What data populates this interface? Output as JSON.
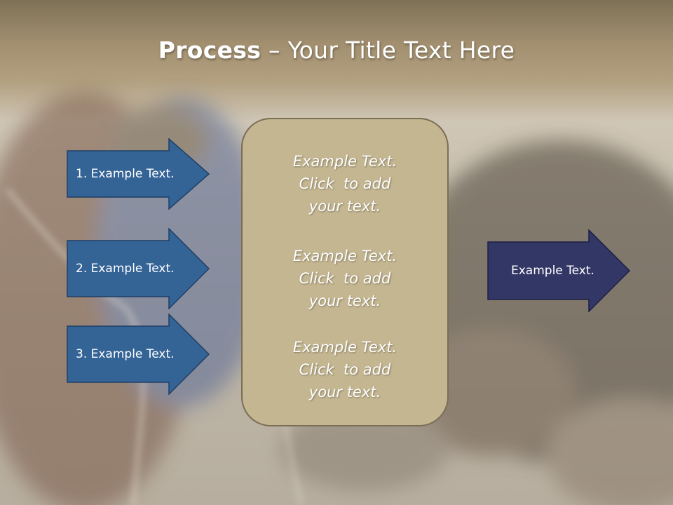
{
  "title": {
    "bold": "Process",
    "dash": " – ",
    "rest": "Your Title Text Here"
  },
  "steps": [
    {
      "label": "1. Example Text."
    },
    {
      "label": "2. Example Text."
    },
    {
      "label": "3. Example Text."
    }
  ],
  "center": {
    "paragraphs": [
      [
        "Example Text.",
        "Click  to add",
        "your text."
      ],
      [
        "Example Text.",
        "Click  to add",
        "your text."
      ],
      [
        "Example Text.",
        "Click  to add",
        "your text."
      ]
    ]
  },
  "result": {
    "label": "Example Text."
  },
  "colors": {
    "step_arrow": "#346396",
    "result_arrow": "#333766",
    "center_box": "#c4b691",
    "title_text": "#ffffff"
  }
}
